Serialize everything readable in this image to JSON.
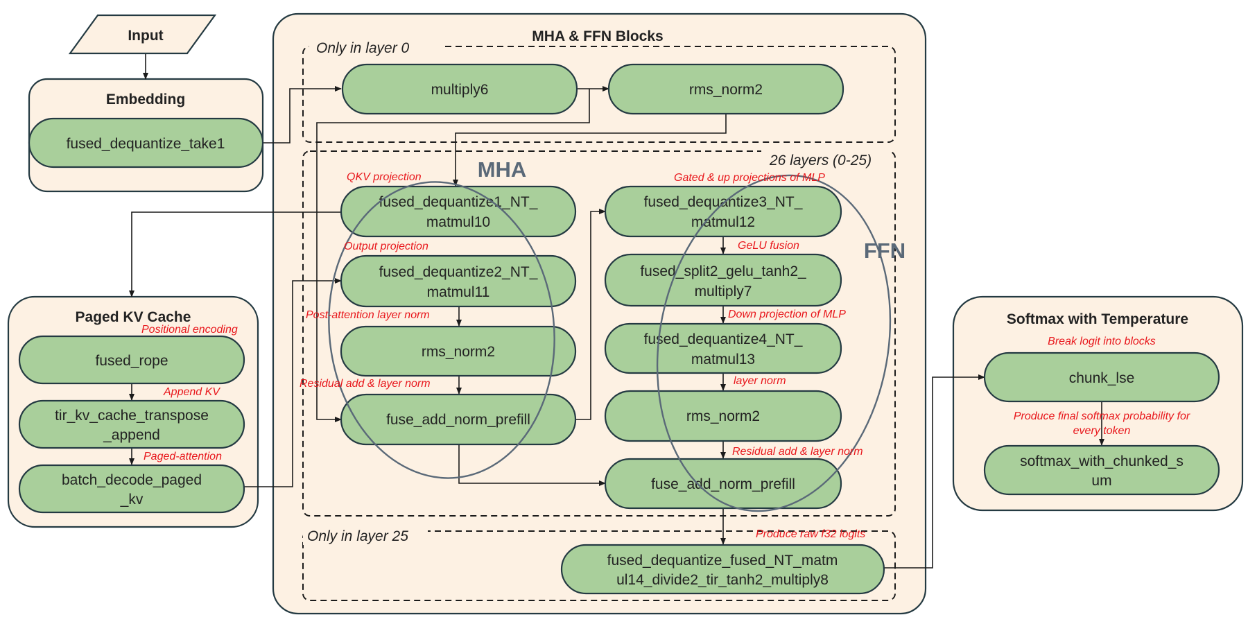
{
  "input": "Input",
  "groups": {
    "embedding": "Embedding",
    "mha_ffn": "MHA & FFN Blocks",
    "kv_cache": "Paged KV Cache",
    "softmax": "Softmax with Temperature"
  },
  "regions": {
    "layer0": "Only in layer 0",
    "layers": "26 layers (0-25)",
    "layer25": "Only in layer 25"
  },
  "blocks": {
    "mha": "MHA",
    "ffn": "FFN"
  },
  "nodes": {
    "take1": [
      "fused_dequantize_take1"
    ],
    "multiply6": [
      "multiply6"
    ],
    "rms_top": [
      "rms_norm2"
    ],
    "qkv": [
      "fused_dequantize1_NT_",
      "matmul10"
    ],
    "outproj": [
      "fused_dequantize2_NT_",
      "matmul11"
    ],
    "rms_mha": [
      "rms_norm2"
    ],
    "fuse_mha": [
      "fuse_add_norm_prefill"
    ],
    "gate_up": [
      "fused_dequantize3_NT_",
      "matmul12"
    ],
    "gelu": [
      "fused_split2_gelu_tanh2_",
      "multiply7"
    ],
    "down": [
      "fused_dequantize4_NT_",
      "matmul13"
    ],
    "rms_ffn": [
      "rms_norm2"
    ],
    "fuse_ffn": [
      "fuse_add_norm_prefill"
    ],
    "final_matmul": [
      "fused_dequantize_fused_NT_matm",
      "ul14_divide2_tir_tanh2_multiply8"
    ],
    "rope": [
      "fused_rope"
    ],
    "kv_append": [
      "tir_kv_cache_transpose",
      "_append"
    ],
    "paged_decode": [
      "batch_decode_paged",
      "_kv"
    ],
    "chunk_lse": [
      "chunk_lse"
    ],
    "softmax_sum": [
      "softmax_with_chunked_s",
      "um"
    ]
  },
  "notes": {
    "qkv": "QKV projection",
    "output": "Output projection",
    "post_attn": "Post-attention layer norm",
    "residual_mha": "Residual add & layer norm",
    "gated": "Gated & up projections of MLP",
    "gelu": "GeLU fusion",
    "down": "Down projection of MLP",
    "layer_norm": "layer norm",
    "residual_ffn": "Residual add & layer norm",
    "logits": "Produce raw f32 logits",
    "pos_enc": "Positional encoding",
    "append_kv": "Append KV",
    "paged_attn": "Paged-attention",
    "break_logit": "Break logit into blocks",
    "final_softmax": [
      "Produce final softmax probability for",
      "every token"
    ]
  }
}
